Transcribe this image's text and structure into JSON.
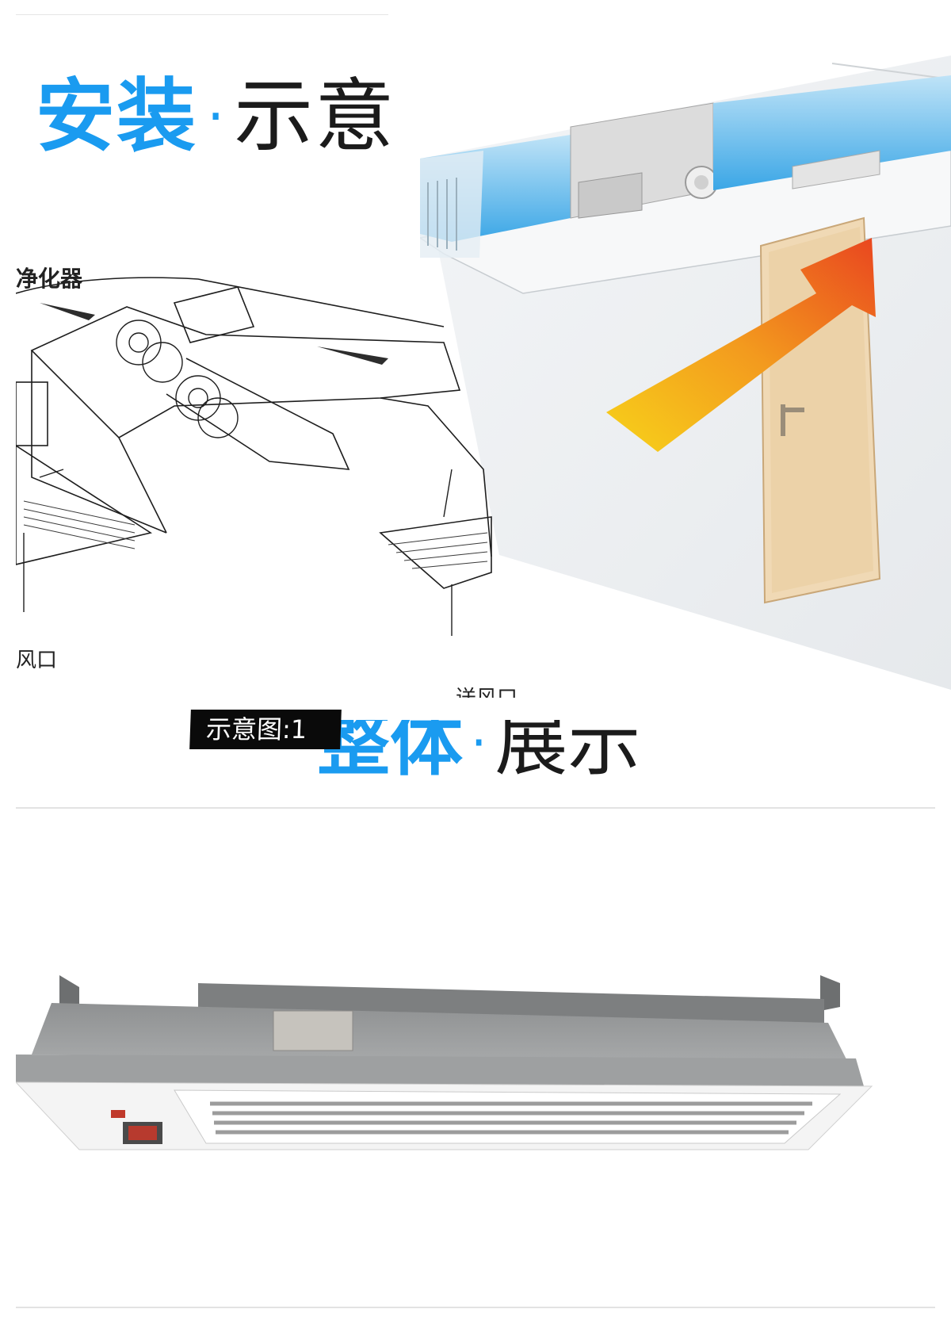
{
  "section1": {
    "title_blue": "安装",
    "title_separator": "·",
    "title_dark": "示意"
  },
  "drawing": {
    "title_fragment": "净化器",
    "label_return": "风口",
    "label_supply": "送风口"
  },
  "caption": "示意图:1",
  "section2": {
    "title_blue": "整体",
    "title_separator": "·",
    "title_dark": "展示"
  },
  "colors": {
    "accent_blue": "#1a9bf0",
    "dark_text": "#1b1b1b",
    "arrow_orange": "#f36f21",
    "arrow_yellow": "#f7c21a"
  }
}
